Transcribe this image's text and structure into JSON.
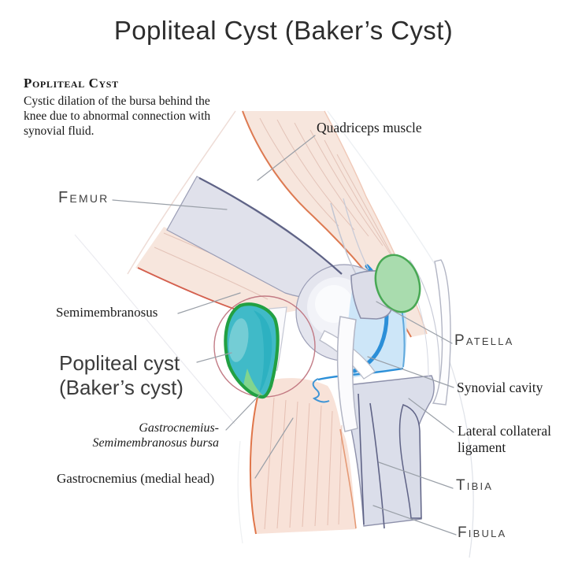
{
  "title": "Popliteal Cyst (Baker’s Cyst)",
  "info_box": {
    "heading": "Popliteal Cyst",
    "description": "Cystic dilation of the bursa behind the knee due to abnormal connection with synovial fluid."
  },
  "labels": {
    "femur": "Femur",
    "quadriceps_muscle": "Quadriceps muscle",
    "semimembranosus": "Semimembranosus",
    "popliteal_cyst": {
      "line1": "Popliteal cyst",
      "line2": "(Baker’s cyst)"
    },
    "bursa": {
      "line1": "Gastrocnemius-",
      "line2": "Semimembranosus bursa"
    },
    "gastrocnemius": "Gastrocnemius (medial head)",
    "patella": "Patella",
    "synovial_cavity": "Synovial cavity",
    "lateral_collateral_ligament": {
      "line1": "Lateral collateral",
      "line2": "ligament"
    },
    "tibia": "Tibia",
    "fibula": "Fibula"
  },
  "colors": {
    "muscle_fill": "#f7e6dd",
    "muscle_outline": "#dd7a52",
    "muscle_striation": "#e3c3b8",
    "bone_fill": "#dfe1ec",
    "bone_outline": "#8d90aa",
    "bone_dark_edge": "#5f6386",
    "synovial_fill": "#cde6f8",
    "synovial_outline": "#2b8fd8",
    "cyst_fill": "#40bac8",
    "cyst_outline": "#22a043",
    "bursa_green": "#81d58e",
    "patellar_bursa_fill": "#a9dcae",
    "patellar_bursa_outline": "#48a854",
    "attention_circle": "#bd6f7a",
    "leader_line": "#9aa0a8",
    "text": "#1c1c1c"
  }
}
